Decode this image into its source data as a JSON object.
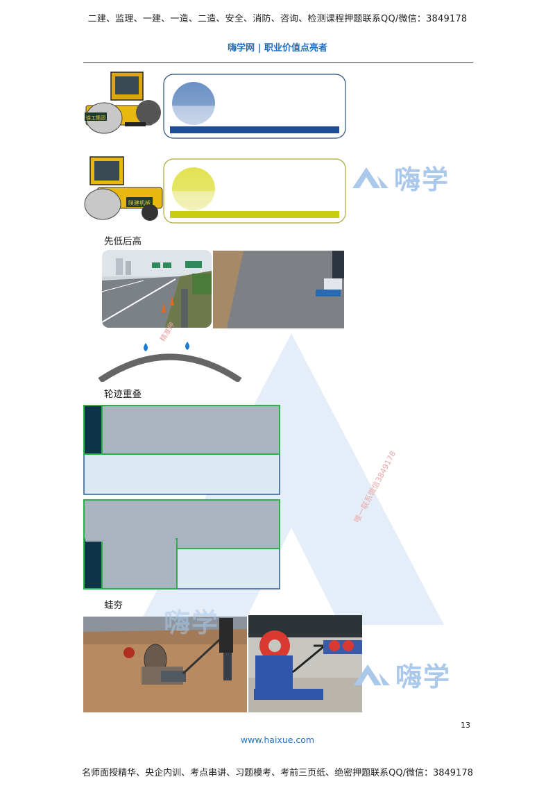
{
  "header": {
    "banner": "二建、监理、一建、一造、二造、安全、消防、咨询、检测课程押题联系QQ/微信：3849178",
    "site_title": "嗨学网 | 职业价值点亮者"
  },
  "sections": [
    {
      "heading": "先低后高"
    },
    {
      "heading": "轮迹重叠"
    },
    {
      "heading": "蛙夯"
    }
  ],
  "roller_labels": [
    "徐工集团",
    "陕建机械"
  ],
  "watermark": {
    "logo_text": "嗨学",
    "diagonal_text": "唯一联系微信3849178",
    "small_text": "精准押"
  },
  "page_number": "13",
  "footer": {
    "url": "www.haixue.com",
    "banner": "名师面授精华、央企内训、考点串讲、习题模考、考前三页纸、绝密押题联系QQ/微信：3849178"
  },
  "colors": {
    "roller_yellow": "#e8b810",
    "panel1_bar": "#1f4e99",
    "panel2_bar": "#c9cc10",
    "overlap_green": "#2bb04a",
    "overlap_dark": "#0f3347",
    "overlap_gray": "#aab4c0",
    "overlap_light": "#dce8f4",
    "link_blue": "#1f6fc4"
  }
}
